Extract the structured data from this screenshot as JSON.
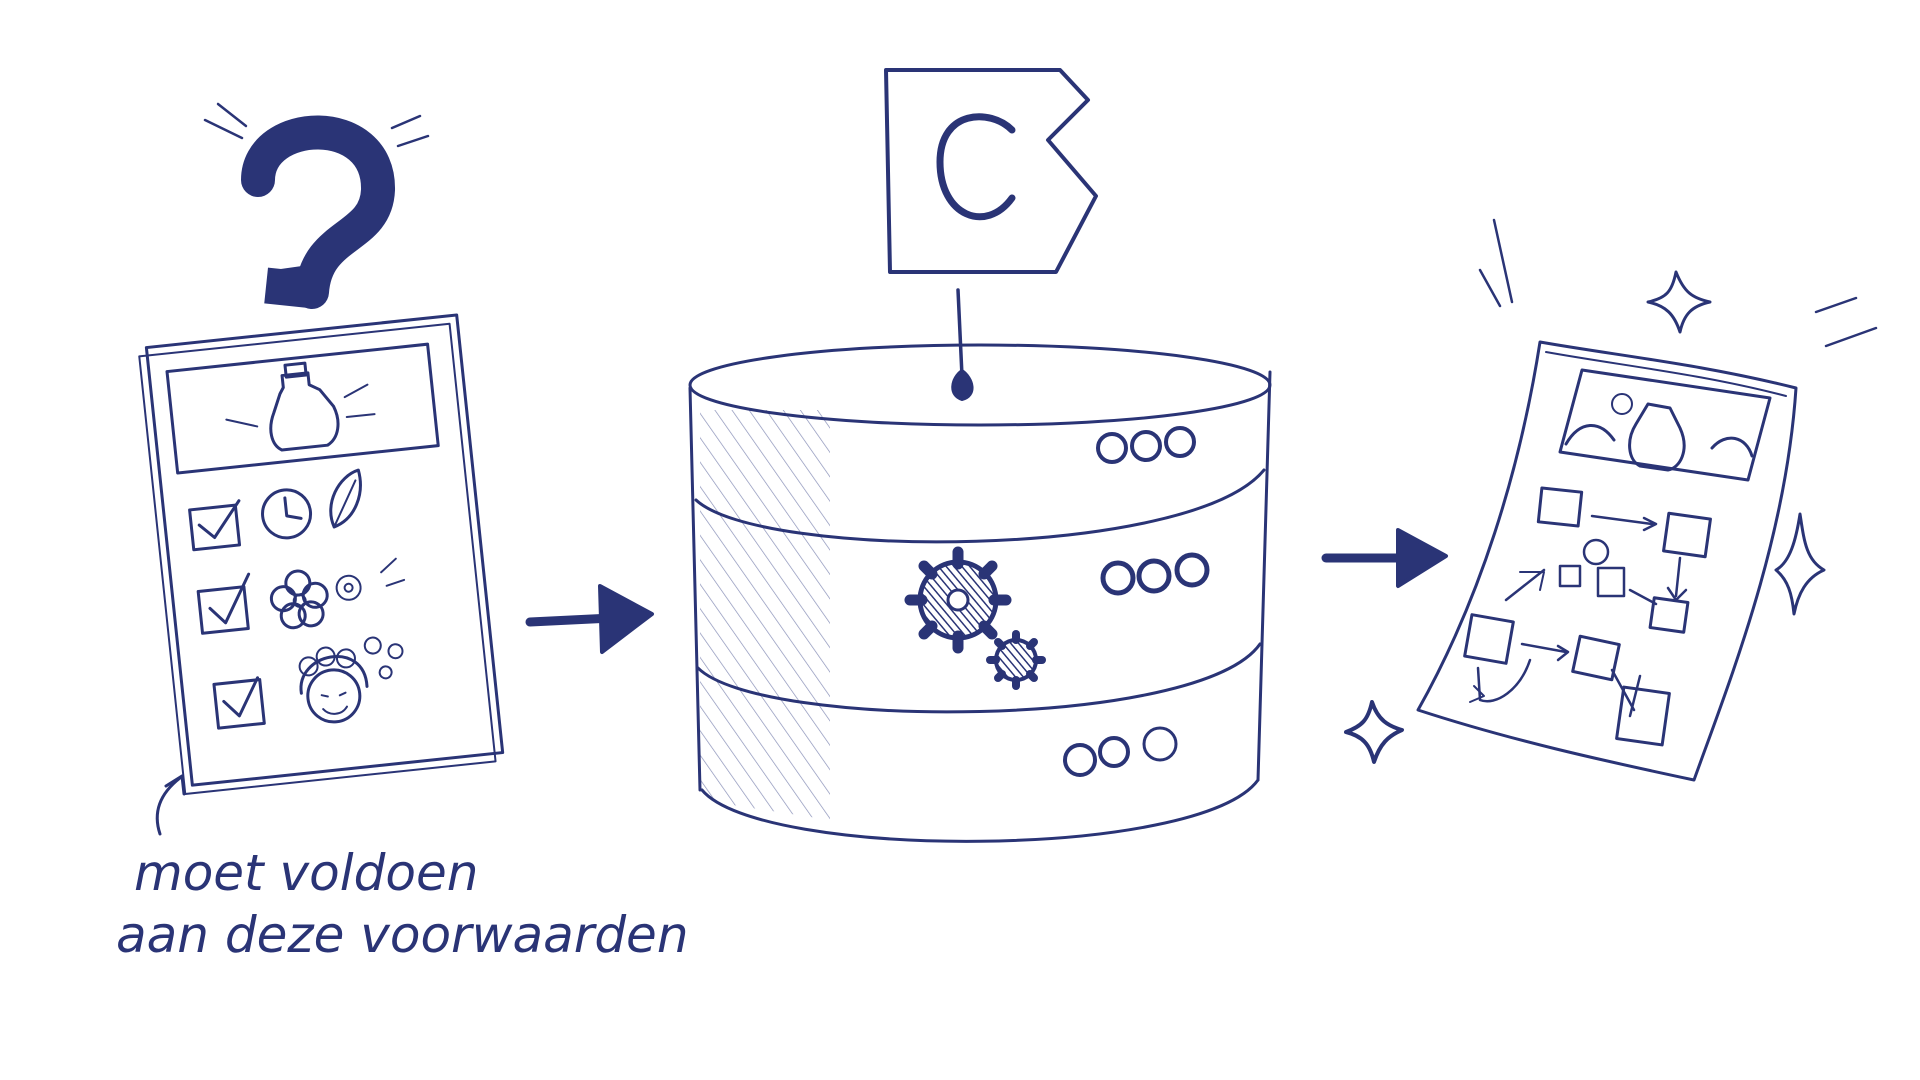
{
  "colors": {
    "ink": "#2a3476",
    "ink_light": "#8a91b8",
    "paper": "#ffffff"
  },
  "nodes": [
    {
      "id": "requirements-card",
      "icon": "checklist-card-icon"
    },
    {
      "id": "database",
      "icon": "database-cylinder-icon"
    },
    {
      "id": "output-document",
      "icon": "flowchart-document-icon"
    }
  ],
  "edges": [
    {
      "from": "requirements-card",
      "to": "database"
    },
    {
      "from": "database",
      "to": "output-document"
    }
  ],
  "annotation": {
    "line1": "moet voldoen",
    "line2": "aan deze voorwaarden"
  },
  "icons": {
    "question": "question-mark-icon",
    "flag": "c-flag-icon",
    "gears": "gears-icon",
    "sparkles": "sparkle-icon"
  }
}
